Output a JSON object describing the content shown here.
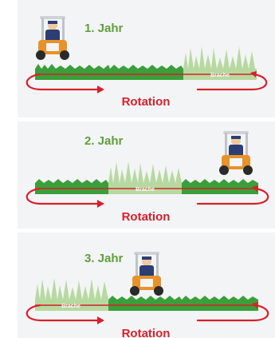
{
  "panels": [
    {
      "year_label": "1. Jahr",
      "rotation_label": "Rotation",
      "fallow_label": "Brache",
      "fallow_position": "right",
      "mower_position": "left"
    },
    {
      "year_label": "2. Jahr",
      "rotation_label": "Rotation",
      "fallow_label": "Brache",
      "fallow_position": "middle",
      "mower_position": "right"
    },
    {
      "year_label": "3. Jahr",
      "rotation_label": "Rotation",
      "fallow_label": "Brache",
      "fallow_position": "left",
      "mower_position": "middle"
    }
  ],
  "colors": {
    "panel_bg": "#f3f4f6",
    "mowed_grass": "#3a9f3a",
    "fallow_grass": "#b7d9a0",
    "arrow": "#d7202b",
    "year_text": "#5f9f3a",
    "rotation_text": "#d7202b",
    "mower_body": "#e7922a",
    "driver_shirt": "#2c3e73"
  }
}
